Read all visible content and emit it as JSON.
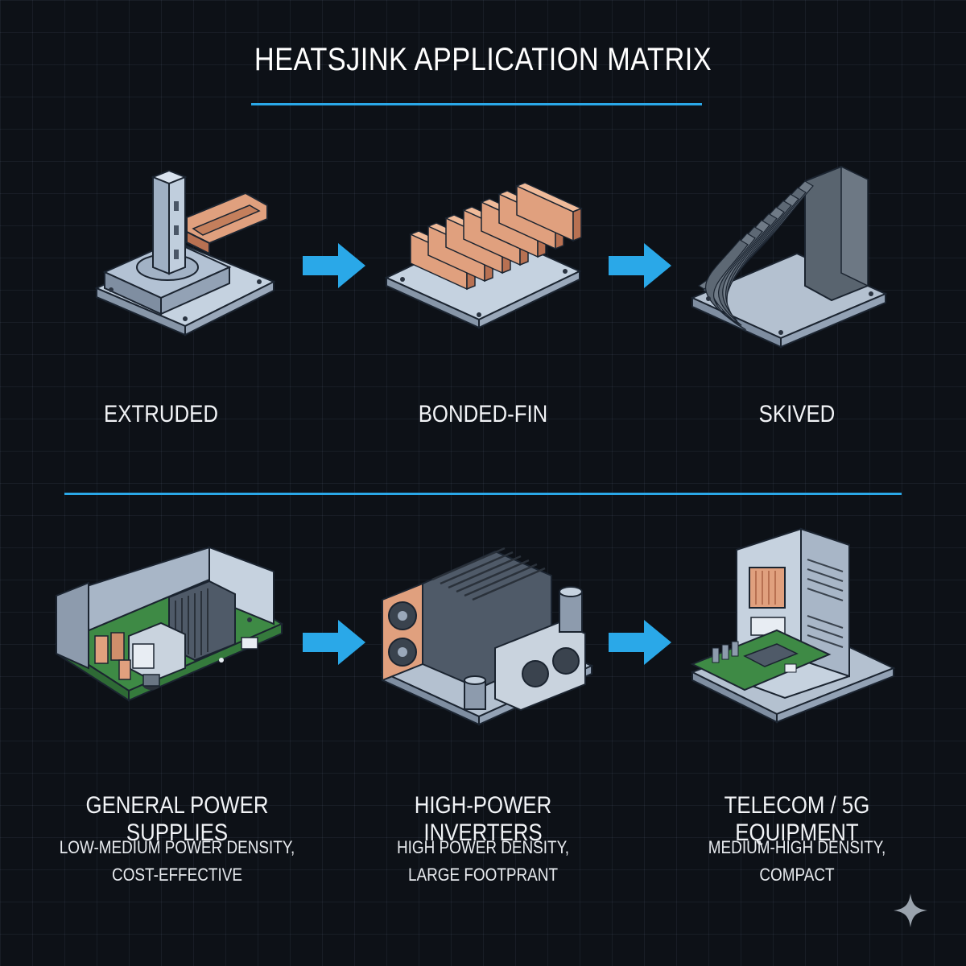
{
  "title": "HEATSJINK APPLICATION MATRIX",
  "colors": {
    "accent": "#2aa8e8",
    "background": "#0d1117",
    "copper": "#e0a07e",
    "steel": "#b9c6d6",
    "dark_fin": "#4f5a68",
    "pcb": "#3f8a45"
  },
  "types": [
    {
      "label": "EXTRUDED"
    },
    {
      "label": "BONDED-FIN"
    },
    {
      "label": "SKIVED"
    }
  ],
  "applications": [
    {
      "label": "GENERAL POWER SUPPLIES",
      "desc": [
        "LOW-MEDIUM POWER DENSITY,",
        "COST-EFFECTIVE"
      ]
    },
    {
      "label": "HIGH-POWER INVERTERS",
      "desc": [
        "HIGH POWER DENSITY,",
        "LARGE FOOTPRANT"
      ]
    },
    {
      "label": "TELECOM / 5G EQUIPMENT",
      "desc": [
        "MEDIUM-HIGH DENSITY,",
        "COMPACT"
      ]
    }
  ],
  "icons": {
    "arrow": "arrow-right-icon",
    "corner": "sparkle-icon"
  }
}
